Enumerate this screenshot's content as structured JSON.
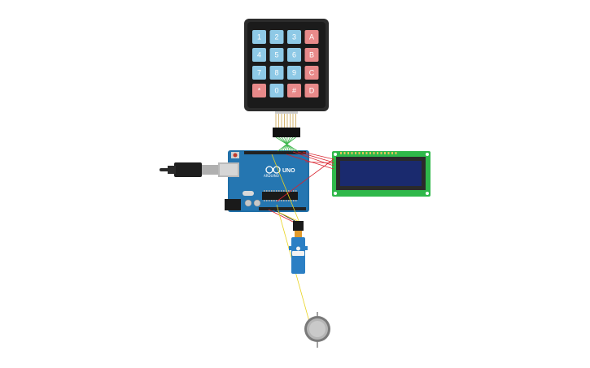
{
  "keypad": {
    "rows": [
      [
        "1",
        "2",
        "3",
        "A"
      ],
      [
        "4",
        "5",
        "6",
        "B"
      ],
      [
        "7",
        "8",
        "9",
        "C"
      ],
      [
        "*",
        "0",
        "#",
        "D"
      ]
    ],
    "digit_color": "#8ec9e6",
    "letter_color": "#e88a8a"
  },
  "arduino": {
    "model_label": "UNO",
    "brand_label": "ARDUINO",
    "board_color": "#1f6fa8"
  },
  "lcd": {
    "screen_color": "#1a2a6e",
    "board_color": "#2fb84a"
  },
  "colors": {
    "wire_red": "#d9232e",
    "wire_green": "#3bb54a",
    "wire_yellow": "#e8d21e",
    "servo_blue": "#2b7fc4"
  }
}
